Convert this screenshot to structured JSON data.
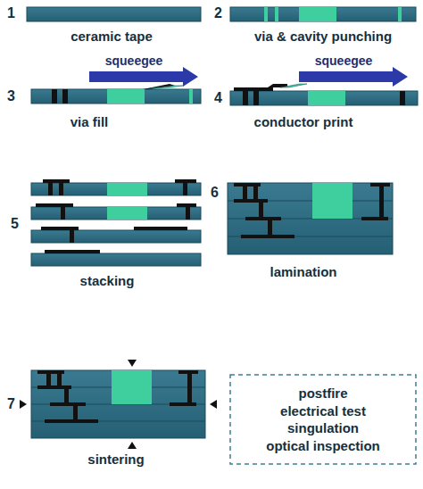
{
  "diagram": {
    "nodes": [
      {
        "text": [
          "postfire",
          "electrical test",
          "singulation",
          "optical inspection"
        ]
      }
    ],
    "labels": [
      "1",
      "ceramic tape",
      "2",
      "via & cavity punching",
      "squeegee",
      "3",
      "via fill",
      "squeegee",
      "4",
      "conductor print",
      "5",
      "stacking",
      "6",
      "lamination",
      "7",
      "sintering"
    ]
  }
}
